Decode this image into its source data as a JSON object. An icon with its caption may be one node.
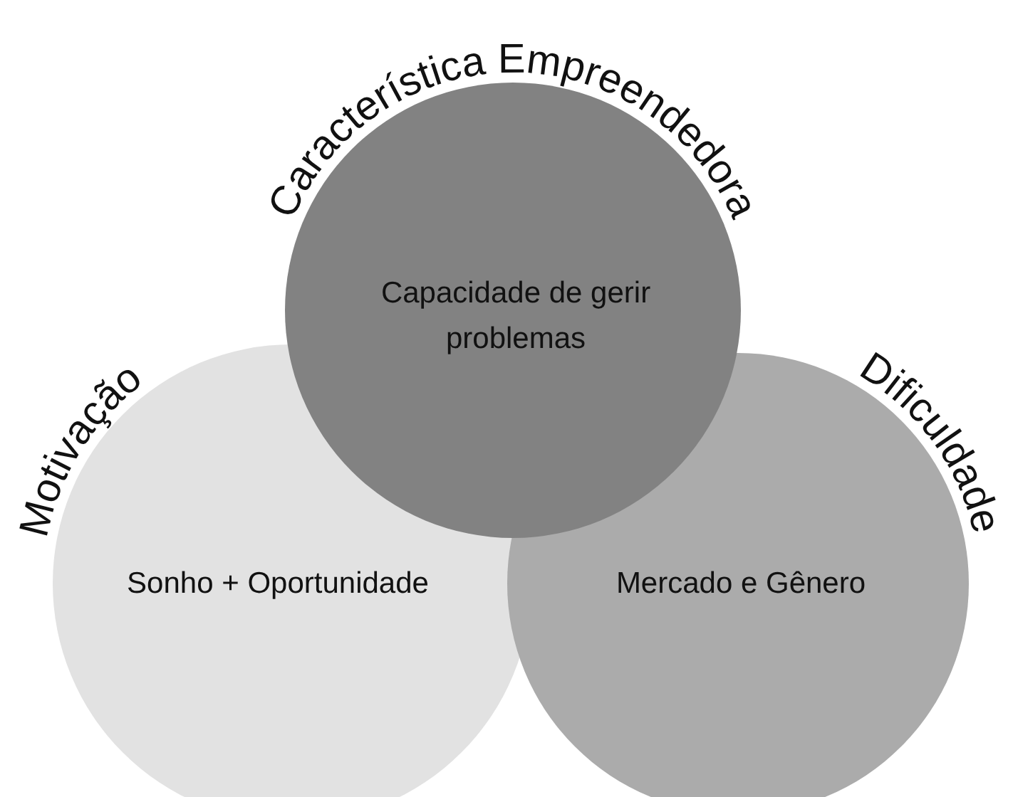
{
  "diagram": {
    "nodes": [
      {
        "text": [
          "Característica Empreendedora",
          "Capacidade de gerir problemas"
        ]
      },
      {
        "text": [
          "Motivação",
          "Sonho + Oportunidade"
        ]
      },
      {
        "text": [
          "Dificuldade",
          "Mercado e Gênero"
        ]
      }
    ],
    "edges": []
  }
}
